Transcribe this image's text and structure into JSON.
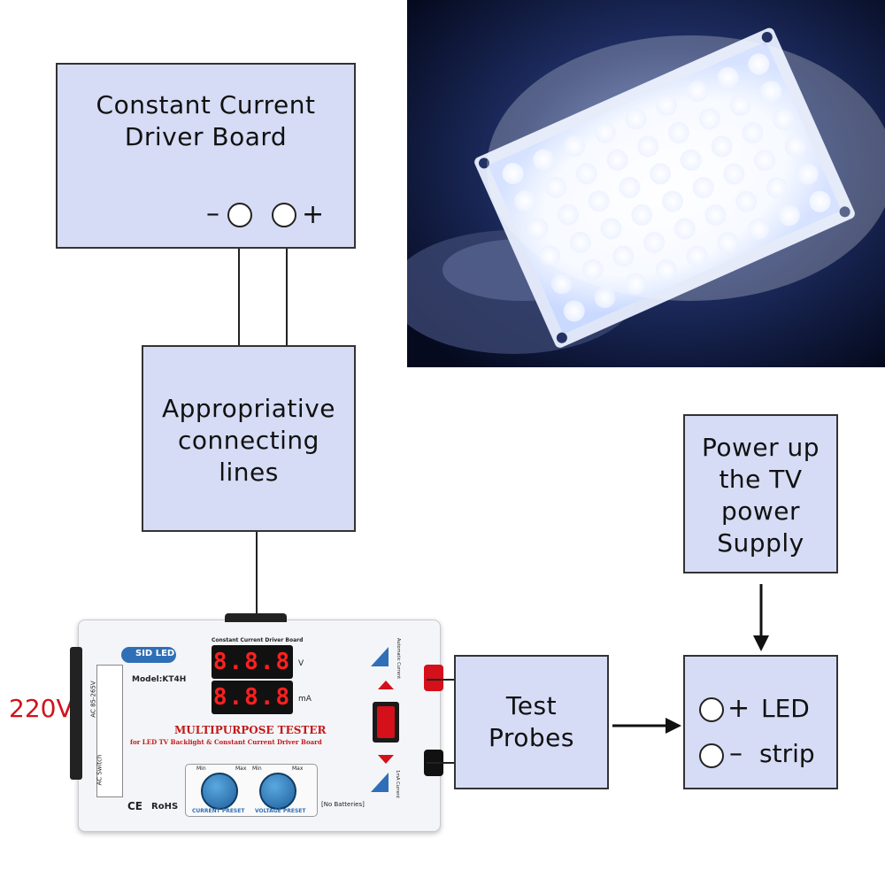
{
  "driver_box": {
    "line1": "Constant Current",
    "line2": "Driver Board",
    "minus": "–",
    "plus": "+"
  },
  "connect_box": {
    "line1": "Appropriative",
    "line2": "connecting",
    "line3": "lines"
  },
  "probes_box": {
    "line1": "Test",
    "line2": "Probes"
  },
  "power_box": {
    "line1": "Power up",
    "line2": "the TV",
    "line3": "power",
    "line4": "Supply"
  },
  "led_box": {
    "plus": "+",
    "word1": "LED",
    "minus": "–",
    "word2": "strip"
  },
  "voltage_label": "220V",
  "tester": {
    "title": "Constant Current Driver Board",
    "brand": "SID LED",
    "model": "Model:KT4H",
    "display_top": "8.8.8",
    "display_bottom": "8.8.8",
    "unit_v": "V",
    "unit_ma": "mA",
    "heading": "MULTIPURPOSE TESTER",
    "subheading": "for LED TV Backlight & Constant Current Driver Board",
    "ac_range": "AC 85-265V",
    "ac_switch": "AC Switch",
    "auto_current": "Automatic Current",
    "one_ma": "1mA Current",
    "min1": "Min",
    "max1": "Max",
    "min2": "Min",
    "max2": "Max",
    "current_preset": "CURRENT PRESET",
    "voltage_preset": "VOLTAGE PRESET",
    "no_batteries": "[No Batteries]",
    "cert1": "CE",
    "cert2": "RoHS"
  },
  "colors": {
    "box_fill": "#d6dcf5",
    "accent_red": "#d4101a",
    "display_red": "#ff2020"
  }
}
